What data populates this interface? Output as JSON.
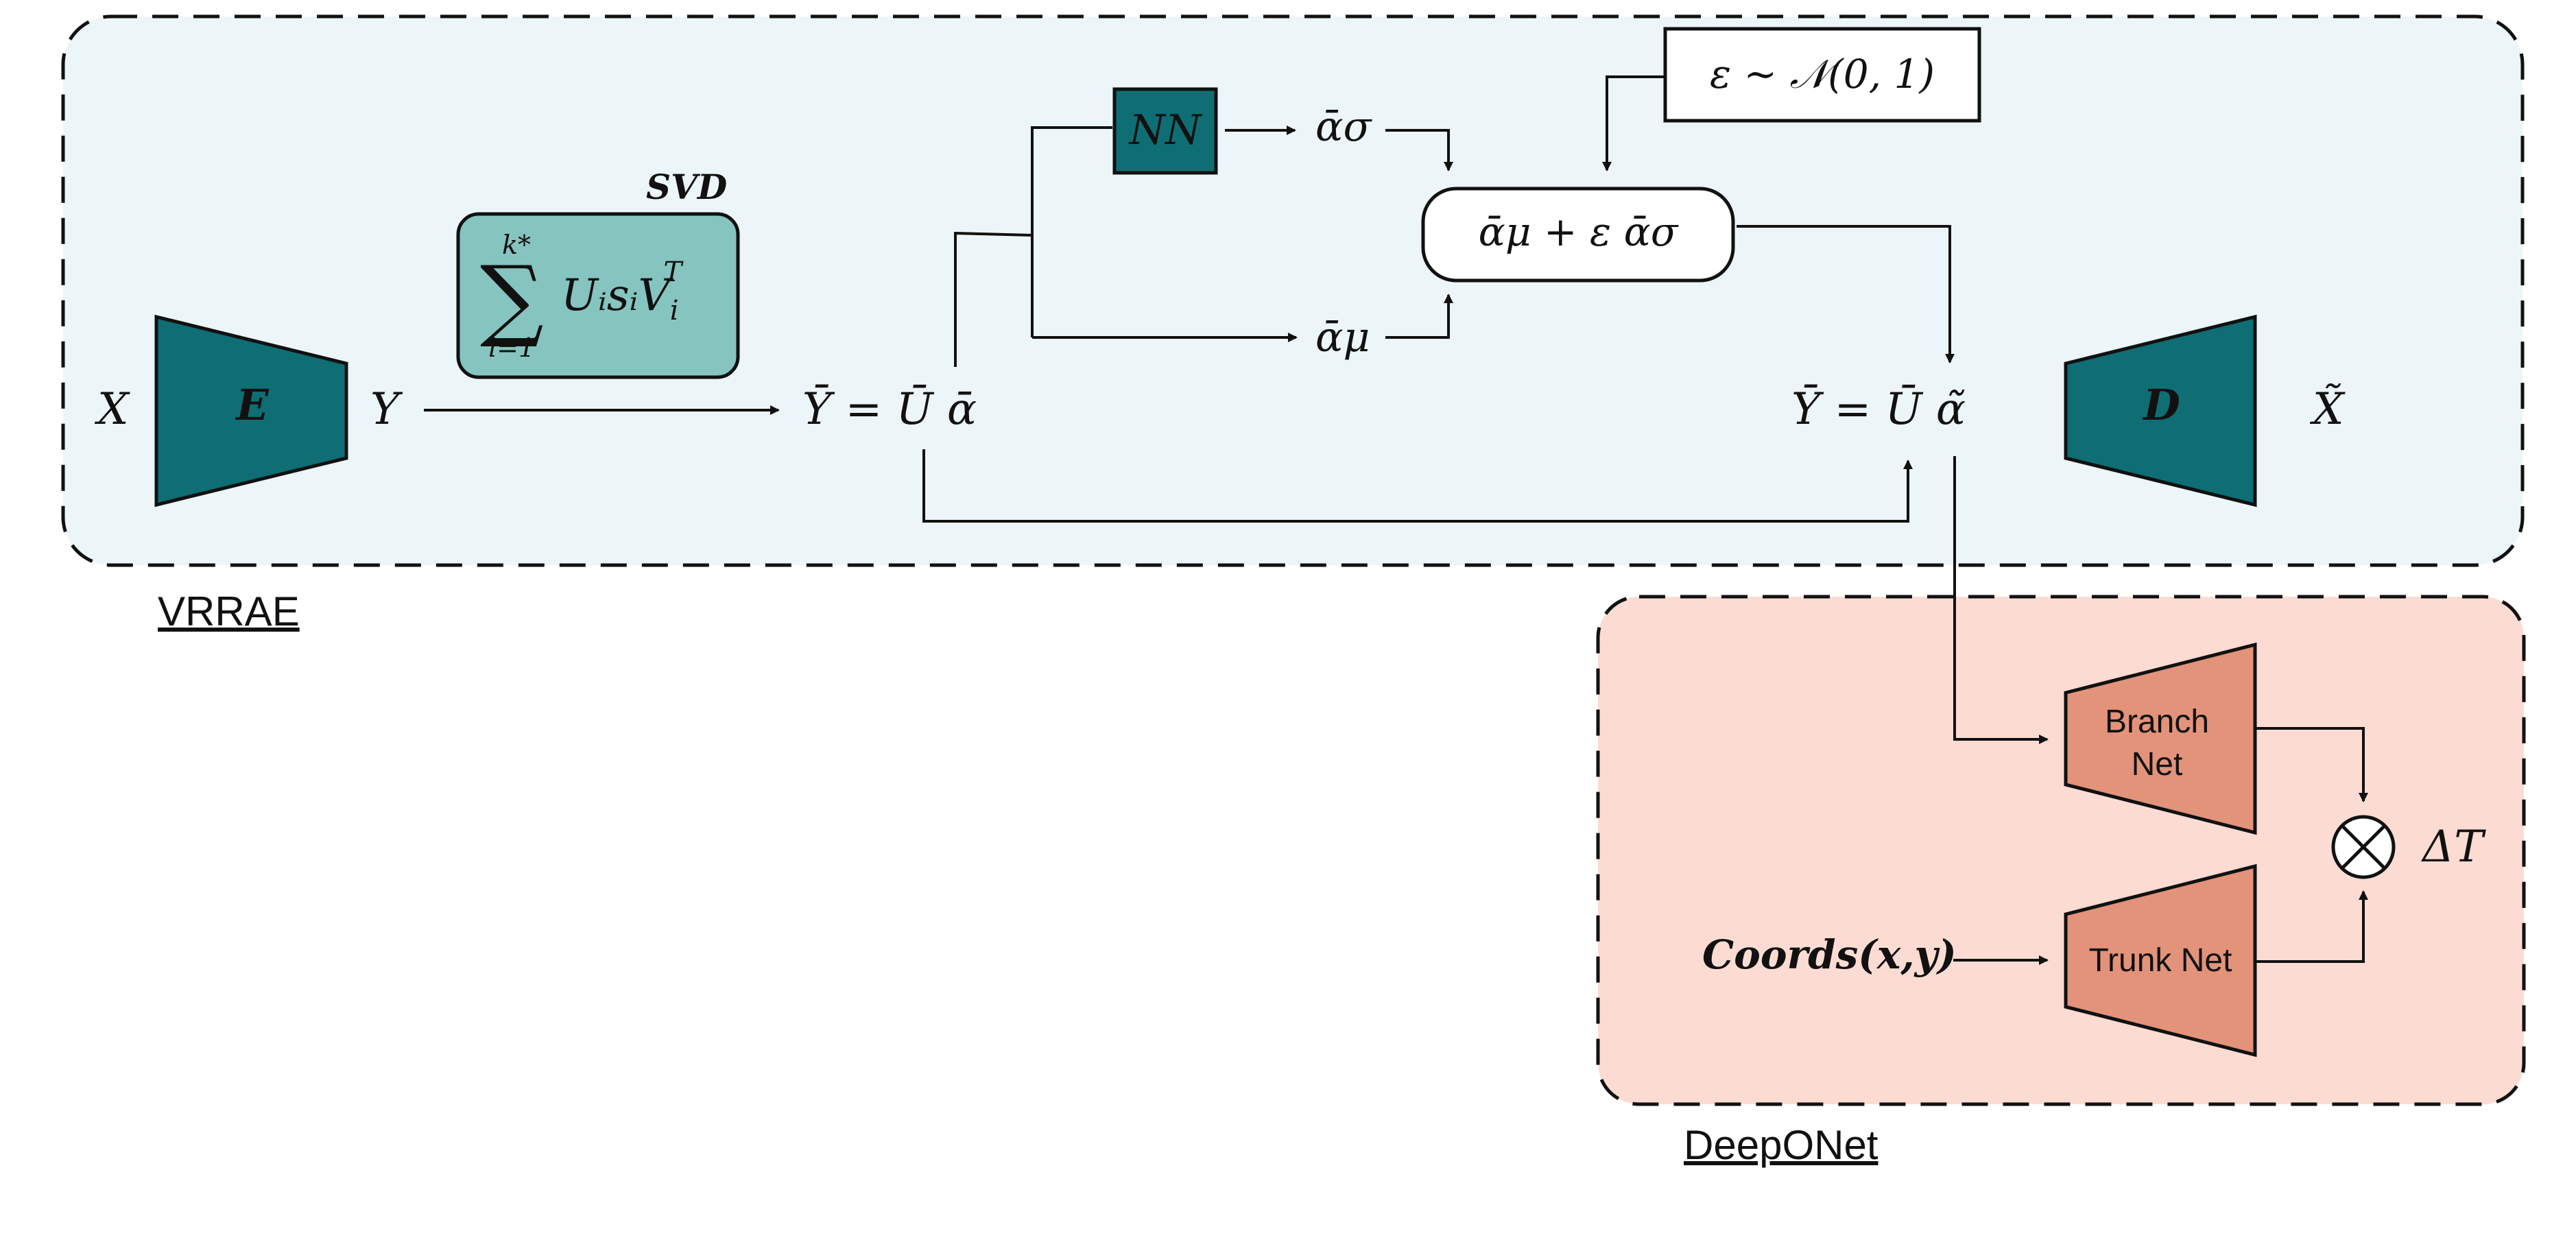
{
  "colors": {
    "vrrae_bg": "#ecf5f8",
    "deeponet_bg": "#fcdcd2",
    "teal": "#0e6e73",
    "svd_fill": "#86c4bf",
    "net_fill": "#e2937a",
    "stroke": "#111111"
  },
  "groups": {
    "vrrae": {
      "label": "VRRAE"
    },
    "deeponet": {
      "label": "DeepONet"
    }
  },
  "vrrae": {
    "input": "X",
    "encoder": "E",
    "latent": "Y",
    "svd_title": "SVD",
    "svd_sum_upper": "k*",
    "svd_sum_lower": "i=1",
    "svd_term": "Uᵢsᵢ",
    "svd_term_v": "V",
    "svd_term_v_sub": "i",
    "svd_term_v_sup": "T",
    "reduced": "Ȳ = Ū ᾱ",
    "nn": "NN",
    "alpha_sigma": "ᾱσ",
    "alpha_mu": "ᾱμ",
    "noise": "ε ~ 𝒩(0, 1)",
    "reparam": "ᾱμ + ε ᾱσ",
    "reconstructed_latent": "Ȳ = Ū α̃",
    "decoder": "D",
    "output": "X̃"
  },
  "deeponet": {
    "branch_line1": "Branch",
    "branch_line2": "Net",
    "trunk": "Trunk Net",
    "coords": "Coords(x,y)",
    "product_icon": "circled-times-icon",
    "result": "ΔT"
  }
}
